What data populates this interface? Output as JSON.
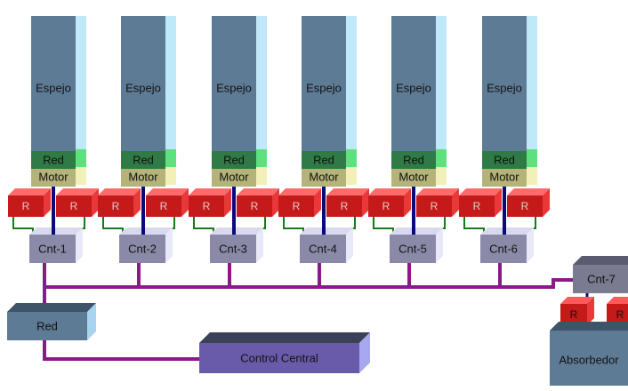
{
  "columns": [
    {
      "mirror": "Espejo",
      "net": "Red",
      "motor": "Motor",
      "relay_left": "R",
      "relay_right": "R",
      "controller": "Cnt-1"
    },
    {
      "mirror": "Espejo",
      "net": "Red",
      "motor": "Motor",
      "relay_left": "R",
      "relay_right": "R",
      "controller": "Cnt-2"
    },
    {
      "mirror": "Espejo",
      "net": "Red",
      "motor": "Motor",
      "relay_left": "R",
      "relay_right": "R",
      "controller": "Cnt-3"
    },
    {
      "mirror": "Espejo",
      "net": "Red",
      "motor": "Motor",
      "relay_left": "R",
      "relay_right": "R",
      "controller": "Cnt-4"
    },
    {
      "mirror": "Espejo",
      "net": "Red",
      "motor": "Motor",
      "relay_left": "R",
      "relay_right": "R",
      "controller": "Cnt-5"
    },
    {
      "mirror": "Espejo",
      "net": "Red",
      "motor": "Motor",
      "relay_left": "R",
      "relay_right": "R",
      "controller": "Cnt-6"
    }
  ],
  "network_box": "Red",
  "central_control": "Control Central",
  "receiver": {
    "controller": "Cnt-7",
    "relay_left": "R",
    "relay_right": "R",
    "absorber": "Absorbedor"
  },
  "colors": {
    "mirror_front": "#5e7b96",
    "mirror_side": "#bfe8f8",
    "red_front": "#2f7a45",
    "red_side": "#5fe07f",
    "motor_front": "#b5b27a",
    "motor_side": "#f2f0b8",
    "relay_front": "#c41a1a",
    "relay_top": "#ff6b6b",
    "controller_front": "#8a8aa8",
    "controller_top": "#d8d8ee",
    "bus": "#8a1a8a",
    "shaft": "#0a0a7a",
    "relay_wire": "#1a7a1a",
    "control_front": "#6a5aaa",
    "control_top": "#3a4256",
    "control_side": "#a8a8f0"
  }
}
